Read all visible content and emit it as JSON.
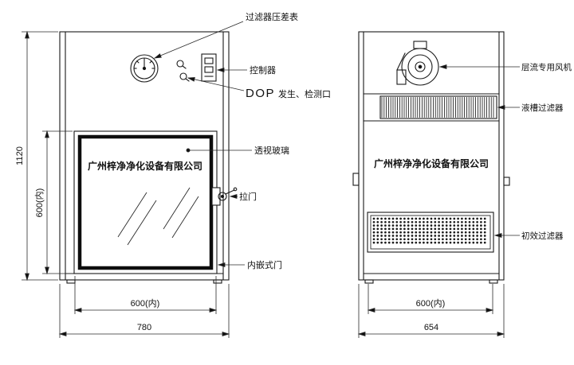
{
  "drawing": {
    "company_name": "广州梓净净化设备有限公司",
    "front": {
      "label_pressure_gauge": "过滤器压差表",
      "label_controller": "控制器",
      "label_dop_prefix": "DOP",
      "label_dop_rest": "发生、检测口",
      "label_viewing_glass": "透视玻璃",
      "label_door_handle": "拉门",
      "label_inset_door": "内嵌式门",
      "dim_height_overall": "1120",
      "dim_height_inner": "600(内)",
      "dim_width_inner": "600(内)",
      "dim_width_overall": "780"
    },
    "side": {
      "label_fan": "层流专用风机",
      "label_liquid_filter": "液槽过滤器",
      "label_primary_filter": "初效过滤器",
      "dim_width_inner": "600(内)",
      "dim_width_overall": "654"
    }
  }
}
